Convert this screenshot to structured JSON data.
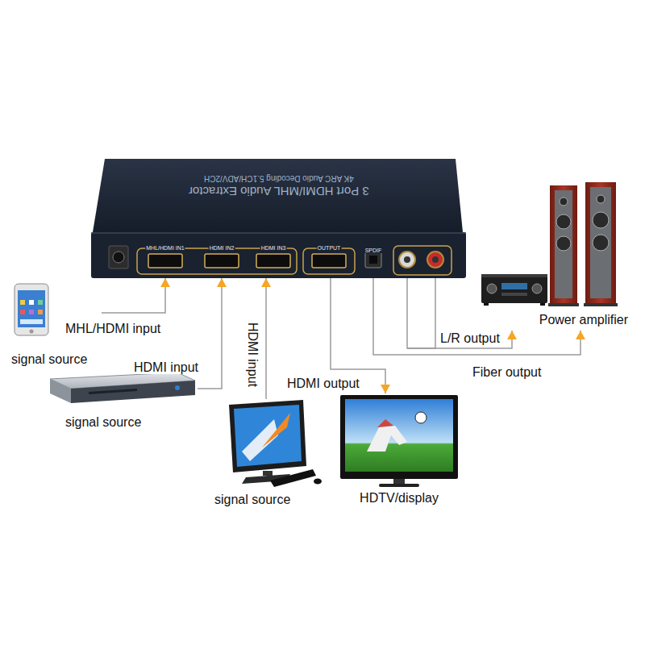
{
  "diagram": {
    "nodes": [
      {
        "text": [
          "3 Port HDMI/MHL Audio Extractor",
          "4K ARC Audio Decoding 5.1CH/ADV/2CH"
        ]
      },
      {
        "text": [
          "signal source"
        ]
      },
      {
        "text": [
          "signal source"
        ]
      },
      {
        "text": [
          "signal source"
        ]
      },
      {
        "text": [
          "HDTV/display"
        ]
      },
      {
        "text": [
          "Power amplifier"
        ]
      }
    ],
    "edges": [
      {
        "from": 1,
        "to": 0,
        "arrow": "to",
        "label": "MHL/HDMI input"
      },
      {
        "from": 2,
        "to": 0,
        "arrow": "to",
        "label": "HDMI input"
      },
      {
        "from": 3,
        "to": 0,
        "arrow": "to",
        "label": "HDMI input"
      },
      {
        "from": 0,
        "to": 4,
        "arrow": "to",
        "label": "HDMI output"
      },
      {
        "from": 0,
        "to": 5,
        "arrow": "to",
        "label": "L/R output"
      },
      {
        "from": 0,
        "to": 5,
        "arrow": "to",
        "label": "Fiber output"
      }
    ],
    "labels": [
      "MHL/HDMI IN1",
      "HDMI IN2",
      "HDMI IN3",
      "OUTPUT",
      "SPDIF"
    ]
  }
}
